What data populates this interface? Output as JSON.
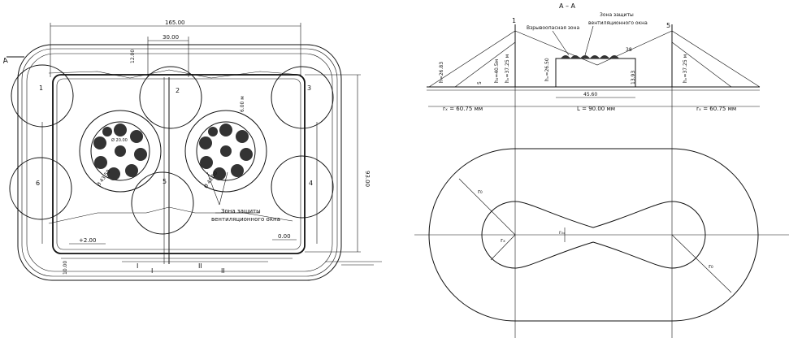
{
  "left_plan": {
    "dim_width": "165.00",
    "dim_top_inner": "30.00",
    "dim_right": "93.00",
    "dim_small_top": "12.00",
    "dim_small_right": "6.00 м",
    "dim_diagonal_a": "Ø 43.50",
    "dim_diagonal_b": "Ø 43.50",
    "dim_inner_diag": "Ø 20.00",
    "dim_bottom_left": "10.00",
    "section_mark_left": "А",
    "section_mark_bottom_a": "I",
    "section_mark_bottom_b": "I",
    "section_mark_bottom_c": "II",
    "section_mark_bottom_d": "II",
    "elevation_left": "+2.00",
    "elevation_right": "0.00",
    "zone_numbers": [
      "1",
      "2",
      "3",
      "4",
      "5",
      "6"
    ],
    "zone_label_line1": "Зона защиты",
    "zone_label_line2": "вентиляционного окна"
  },
  "right_section": {
    "section_title": "А – А",
    "mark_left": "1",
    "mark_right": "5",
    "label_explosion_zone": "Взрывоопасная зона",
    "label_vent_zone_line1": "Зона защиты",
    "label_vent_zone_line2": "вентиляционного окна",
    "h_left_outer": "h=26.83",
    "h_left_mid": "h₀=40.5м",
    "h_left_inner": "hₓ=37.25 м",
    "h_center": "hₓ=26.50",
    "h_right": "hₓ=37.25 м",
    "dim_small": "5",
    "dim_top_right": "38",
    "dim_building_h": "13.93",
    "dim_building_w": "45.60",
    "r_left": "rₓ = 60.75 мм",
    "r_right": "rₓ = 60.75 мм",
    "l_center": "L = 90.00 мм",
    "r_big_left": "r₀",
    "r_small_left": "rₓ",
    "r_neck": "r₀ₓ",
    "r_big_right": "r₀"
  }
}
